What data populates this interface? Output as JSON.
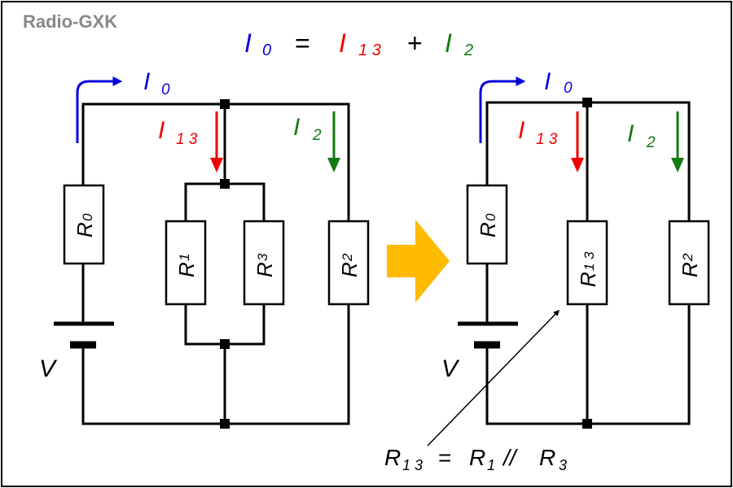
{
  "brand": "Radio-GXK",
  "equation": {
    "i0": "I",
    "i0_sub": "0",
    "eq": "=",
    "i13": "I",
    "i13_sub": "1 3",
    "plus": "+",
    "i2": "I",
    "i2_sub": "2"
  },
  "left_circuit": {
    "i0_label": "I",
    "i0_sub": "0",
    "i13_label": "I",
    "i13_sub": "1 3",
    "i2_label": "I",
    "i2_sub": "2",
    "r0": "R",
    "r0_sub": "0",
    "r1": "R",
    "r1_sub": "1",
    "r3": "R",
    "r3_sub": "3",
    "r2": "R",
    "r2_sub": "2",
    "v_label": "V"
  },
  "right_circuit": {
    "i0_label": "I",
    "i0_sub": "0",
    "i13_label": "I",
    "i13_sub": "1 3",
    "i2_label": "I",
    "i2_sub": "2",
    "r0": "R",
    "r0_sub": "0",
    "r13": "R",
    "r13_sub": "1 3",
    "r2": "R",
    "r2_sub": "2",
    "v_label": "V"
  },
  "annotation": {
    "r": "R",
    "r_sub": "1 3",
    "eq": "= ",
    "r1": "R",
    "r1_sub": "1",
    "par": "// ",
    "r3": "R",
    "r3_sub": "3"
  },
  "colors": {
    "i0": "#0a00dd",
    "i13": "#ee0000",
    "i2": "#137a13",
    "arrow": "#ffbb00",
    "brand": "#888888",
    "border": "#000000"
  }
}
